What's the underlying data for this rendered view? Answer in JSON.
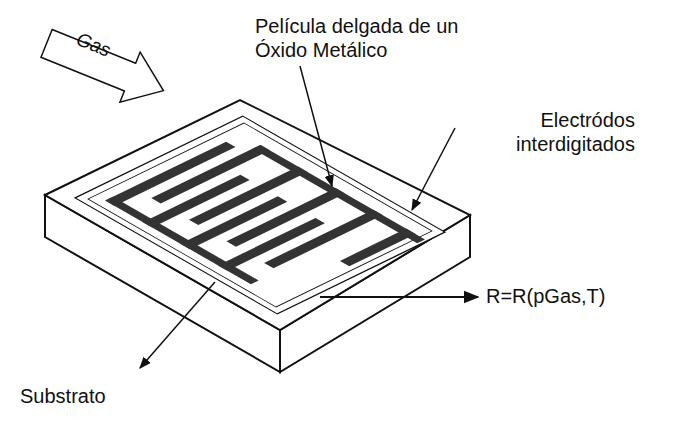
{
  "diagram": {
    "nodes": [
      {
        "text": [
          "Gas"
        ]
      }
    ],
    "labels": [
      "Película delgada de un Óxido Metálico",
      "Electródos interdigitados",
      "R=R(pGas,T)",
      "Substrato"
    ]
  }
}
